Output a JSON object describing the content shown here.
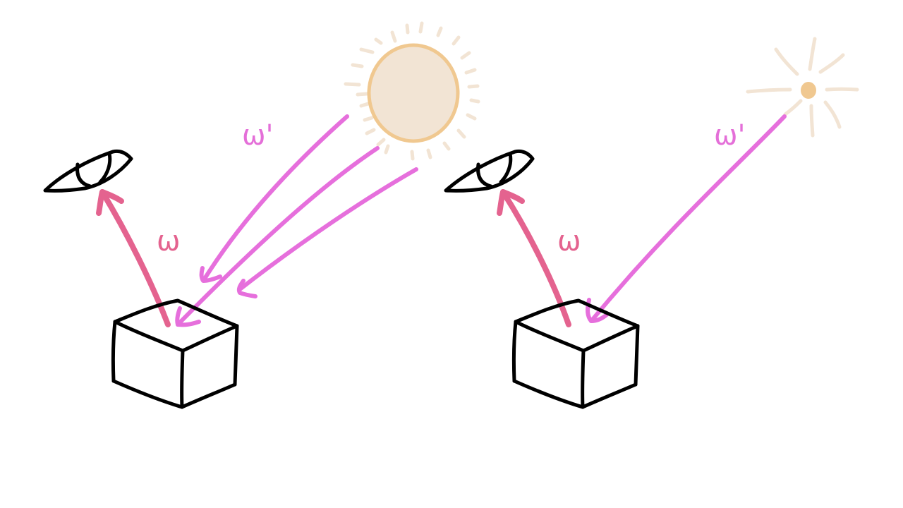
{
  "diagram": {
    "description": "Comparison of area light (sun) vs point light illuminating a cube viewed by an eye",
    "colors": {
      "view_ray": "#e4638f",
      "light_ray": "#e66fdc",
      "sun_fill": "#f2e4d4",
      "sun_outline": "#f0c890",
      "point_light": "#f0c890",
      "sun_rays": "#f2e4d4",
      "outline": "#000000",
      "background": "#ffffff"
    },
    "left_panel": {
      "light_type": "area-light-sun",
      "view_direction_label": "ω",
      "light_direction_label": "ω'",
      "light_ray_count": 3
    },
    "right_panel": {
      "light_type": "point-light",
      "view_direction_label": "ω",
      "light_direction_label": "ω'",
      "light_ray_count": 1
    }
  }
}
